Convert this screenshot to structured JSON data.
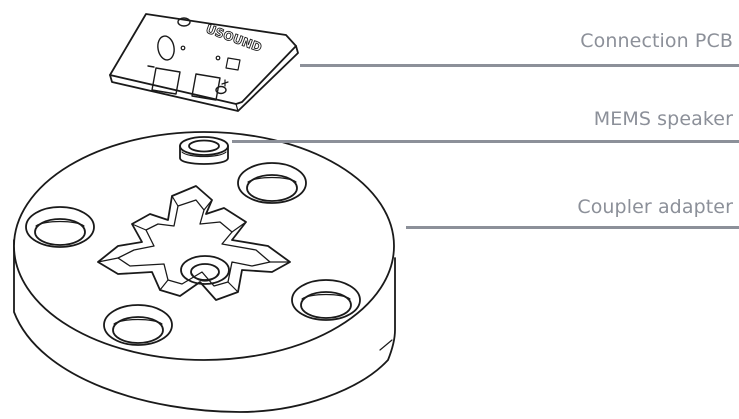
{
  "callouts": [
    {
      "label": "Connection PCB"
    },
    {
      "label": "MEMS speaker"
    },
    {
      "label": "Coupler adapter"
    }
  ],
  "pcb": {
    "logo_text": "USOUND"
  },
  "colors": {
    "label": "#8c9099",
    "stroke": "#1a1a1a",
    "background": "#ffffff"
  }
}
